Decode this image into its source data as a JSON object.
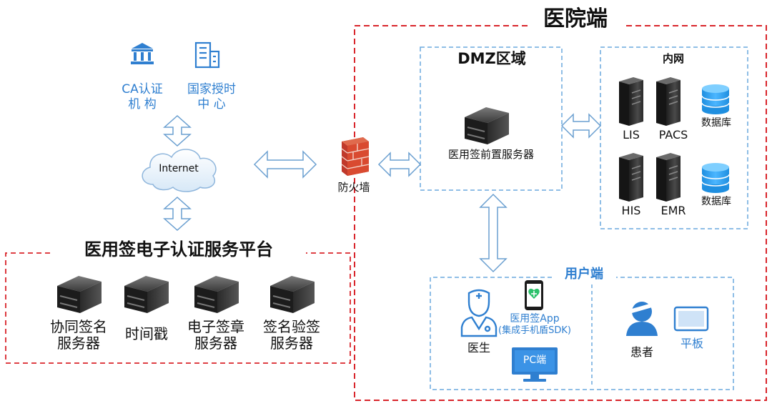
{
  "hospital": {
    "title": "医院端"
  },
  "dmz": {
    "title": "DMZ区域",
    "server_label": "医用签前置服务器"
  },
  "intranet": {
    "title": "内网",
    "servers": [
      "LIS",
      "PACS",
      "HIS",
      "EMR"
    ],
    "db_label_1": "数据库",
    "db_label_2": "数据库"
  },
  "external": {
    "ca_line1": "CA认证",
    "ca_line2": "机 构",
    "time_line1": "国家授时",
    "time_line2": "中 心",
    "internet": "Internet",
    "firewall": "防火墙"
  },
  "platform": {
    "title": "医用签电子认证服务平台",
    "servers": [
      {
        "line1": "协同签名",
        "line2": "服务器"
      },
      {
        "line1": "时间戳",
        "line2": ""
      },
      {
        "line1": "电子签章",
        "line2": "服务器"
      },
      {
        "line1": "签名验签",
        "line2": "服务器"
      }
    ]
  },
  "user": {
    "title": "用户端",
    "doctor": "医生",
    "app_line1": "医用签App",
    "app_line2": "(集成手机盾SDK)",
    "pc": "PC端",
    "patient": "患者",
    "tablet": "平板"
  }
}
